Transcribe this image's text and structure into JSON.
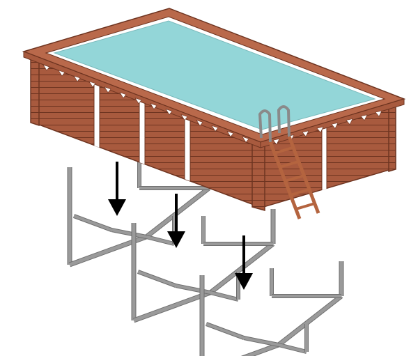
{
  "diagram": {
    "colors": {
      "wood": "#a85a3e",
      "wood_line": "#6e3420",
      "wood_top": "#b9694b",
      "water": "#93d6d8",
      "coping_inner": "#ffffff",
      "post_gap": "#ffffff",
      "ladder": "#b4643f",
      "handrail": "#8a8a8a",
      "frame": "#9a9a9a",
      "frame_dark": "#6f6f6f",
      "arrow": "#000000"
    },
    "parts": {
      "pool": "rectangular-wooden-pool",
      "ladder": "pool-ladder",
      "support_frames": 3,
      "arrows": 3
    }
  }
}
